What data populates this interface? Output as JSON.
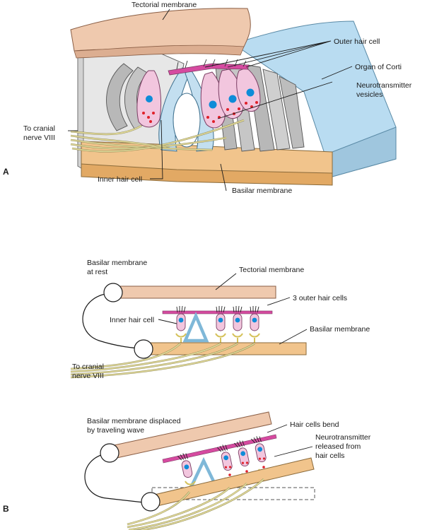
{
  "panel_a": {
    "letter": "A",
    "labels": {
      "tectorial": "Tectorial membrane",
      "outer_hair": "Outer hair cell",
      "organ": "Organ of Corti",
      "vesicles_1": "Neurotransmitter",
      "vesicles_2": "vesicles",
      "nerve_1": "To cranial",
      "nerve_2": "nerve VIII",
      "inner_hair": "Inner hair cell",
      "basilar": "Basilar membrane"
    }
  },
  "panel_b": {
    "letter": "B",
    "rest": {
      "title_1": "Basilar membrane",
      "title_2": "at rest",
      "tectorial": "Tectorial membrane",
      "outer_cells": "3 outer hair cells",
      "inner_hair": "Inner hair cell",
      "basilar": "Basilar membrane",
      "nerve_1": "To cranial",
      "nerve_2": "nerve VIII"
    },
    "displaced": {
      "title_1": "Basilar membrane displaced",
      "title_2": "by traveling wave",
      "bend": "Hair cells bend",
      "released_1": "Neurotransmitter",
      "released_2": "released from",
      "released_3": "hair cells"
    }
  },
  "colors": {
    "tectorial": "#efc9ae",
    "organ_blue": "#b9dcf1",
    "basilar": "#f1c48c",
    "hair_cell": "#f2c6de",
    "nucleus": "#0e8cd8",
    "vesicle": "#e0202a",
    "pillar": "#c3dff0",
    "support_gray": "#b8b8b8",
    "nerve": "#e4dc9c",
    "stereocilia_bar": "#d64aa0"
  }
}
